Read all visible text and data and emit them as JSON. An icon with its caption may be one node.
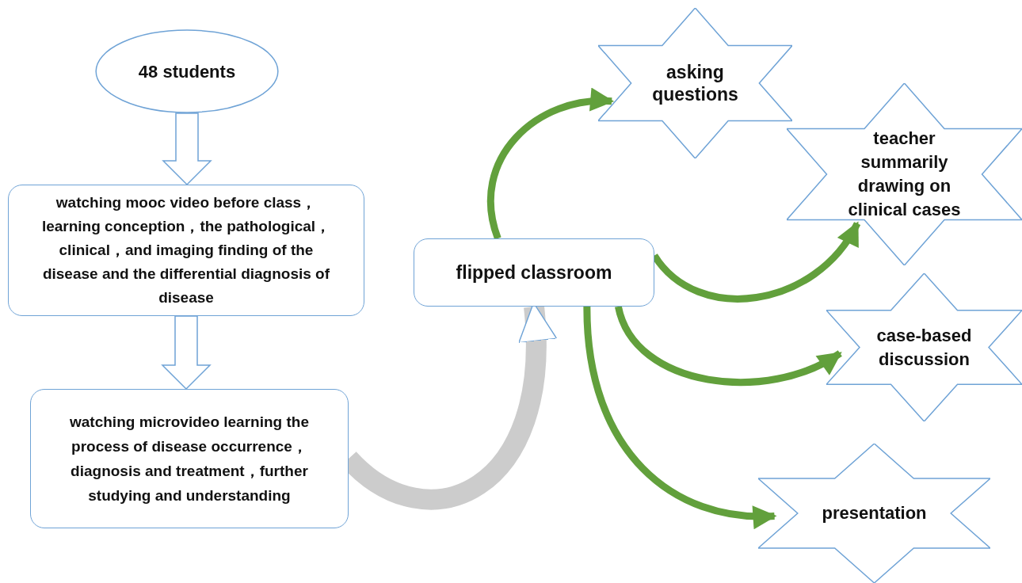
{
  "diagram": {
    "nodes": [
      {
        "text": [
          "48 students"
        ]
      },
      {
        "text": [
          "watching mooc video before class，learning conception，the pathological，clinical，and imaging finding of the disease and the differential diagnosis of disease"
        ]
      },
      {
        "text": [
          "watching microvideo learning the process of disease occurrence， diagnosis and treatment，further studying and understanding"
        ]
      },
      {
        "text": [
          "flipped classroom"
        ]
      },
      {
        "text": [
          "asking questions"
        ]
      },
      {
        "text": [
          "teacher summarily drawing on clinical cases"
        ]
      },
      {
        "text": [
          "case-based discussion"
        ]
      },
      {
        "text": [
          "presentation"
        ]
      }
    ],
    "edges": [
      {
        "from": 0,
        "to": 1,
        "arrow": "to",
        "style": "thick"
      },
      {
        "from": 1,
        "to": 2,
        "arrow": "to",
        "style": "thick"
      },
      {
        "from": 2,
        "to": 3,
        "arrow": "to",
        "style": "thick",
        "color": "#cccccc"
      },
      {
        "from": 3,
        "to": 4,
        "arrow": "to",
        "color": "#62a03c"
      },
      {
        "from": 3,
        "to": 5,
        "arrow": "to",
        "color": "#62a03c"
      },
      {
        "from": 3,
        "to": 6,
        "arrow": "to",
        "color": "#62a03c"
      },
      {
        "from": 3,
        "to": 7,
        "arrow": "to",
        "color": "#62a03c"
      }
    ]
  }
}
